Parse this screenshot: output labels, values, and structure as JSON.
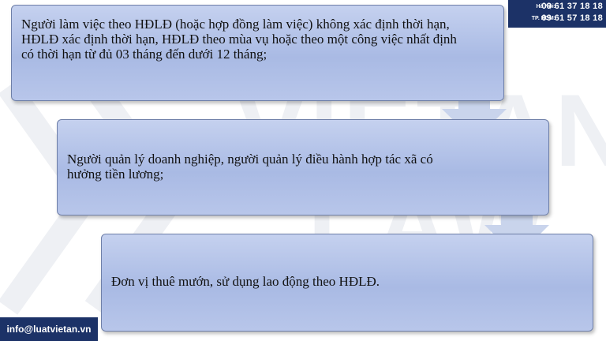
{
  "items": [
    {
      "text": "Người làm việc theo HĐLĐ (hoặc hợp đồng làm việc) không xác định thời hạn, HĐLĐ xác định thời hạn, HĐLĐ theo mùa vụ hoặc theo một công việc nhất định có thời hạn từ đủ 03 tháng đến dưới 12 tháng;"
    },
    {
      "text": "Người quản lý doanh nghiệp, người quản lý điều hành hợp tác xã có hưởng tiền lương;"
    },
    {
      "text": "Đơn vị thuê mướn, sử dụng lao động theo HĐLĐ."
    }
  ],
  "contact": {
    "hanoi_label": "Hà Nội:",
    "hanoi_phone": "09 61 37 18 18",
    "hcm_label": "TP. HCM:",
    "hcm_phone": "09 61 57 18 18"
  },
  "email": "info@luatvietan.vn",
  "watermark": {
    "line1": "VIETAN",
    "line2": "LAW"
  },
  "colors": {
    "box_fill": "#aabbe6",
    "box_border": "#6e7fa8",
    "arrow": "#c9d4ec",
    "brand_navy": "#1c3267",
    "watermark": "#eef0f4"
  }
}
